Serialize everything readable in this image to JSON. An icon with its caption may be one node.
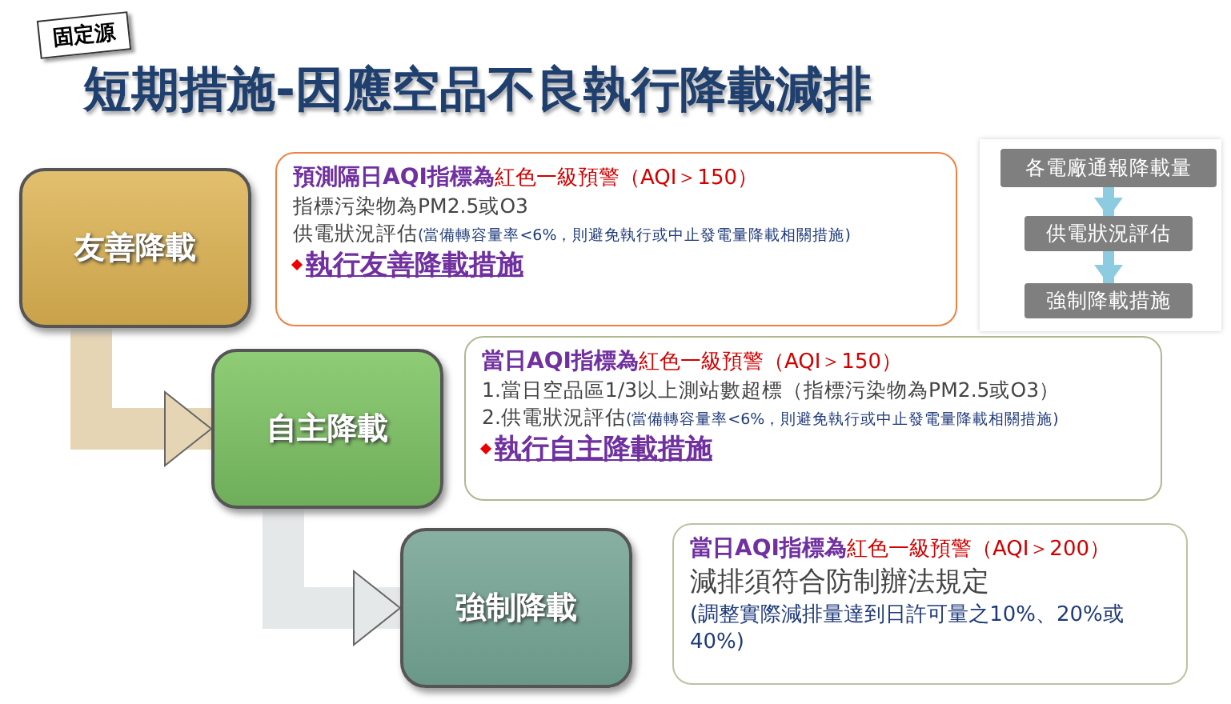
{
  "diagram": {
    "title": "短期措施-因應空品不良執行降載減排",
    "nodes": [
      {
        "text": [
          "友善降載"
        ]
      },
      {
        "text": [
          "預測隔日AQI指標為",
          "紅色一級預警（AQI＞150）",
          "指標污染物為PM2.5或O3",
          "供電狀況評估",
          "(當備轉容量率<6%，則避免執行或中止發電量降載相關措施)",
          "執行友善降載措施"
        ]
      },
      {
        "text": [
          "自主降載"
        ]
      },
      {
        "text": [
          "當日AQI指標為",
          "紅色一級預警（AQI＞150）",
          "1.當日空品區1/3以上測站數超標（指標污染物為PM2.5或O3）",
          "2.供電狀況評估",
          "(當備轉容量率<6%，則避免執行或中止發電量降載相關措施)",
          "執行自主降載措施"
        ]
      },
      {
        "text": [
          "強制降載"
        ]
      },
      {
        "text": [
          "當日AQI指標為",
          "紅色一級預警（AQI＞200）",
          "減排須符合防制辦法規定",
          "(調整實際減排量達到日許可量之10%、20%或40%)"
        ]
      },
      {
        "text": [
          "各電廠通報降載量"
        ]
      },
      {
        "text": [
          "供電狀況評估"
        ]
      },
      {
        "text": [
          "強制降載措施"
        ]
      }
    ],
    "edges": [
      {
        "from": 0,
        "to": 2,
        "arrow": "to",
        "style": "thick"
      },
      {
        "from": 2,
        "to": 4,
        "arrow": "to",
        "style": "thick"
      },
      {
        "from": 6,
        "to": 7,
        "arrow": "to"
      },
      {
        "from": 7,
        "to": 8,
        "arrow": "to"
      }
    ],
    "labels": [
      "固定源"
    ]
  }
}
